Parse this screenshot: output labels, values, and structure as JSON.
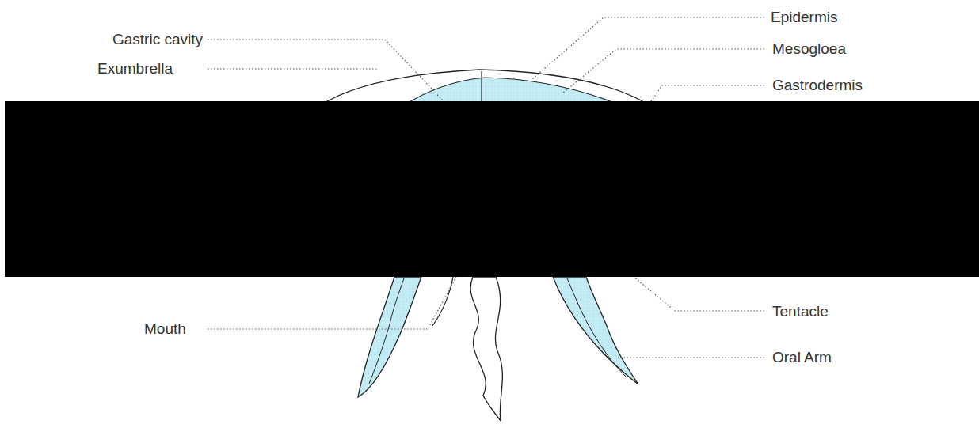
{
  "diagram": {
    "labels": [
      "Epidermis",
      "Gastric cavity",
      "Mesogloea",
      "Exumbrella",
      "Gastrodermis",
      "Tentacle",
      "Mouth",
      "Oral Arm"
    ]
  }
}
